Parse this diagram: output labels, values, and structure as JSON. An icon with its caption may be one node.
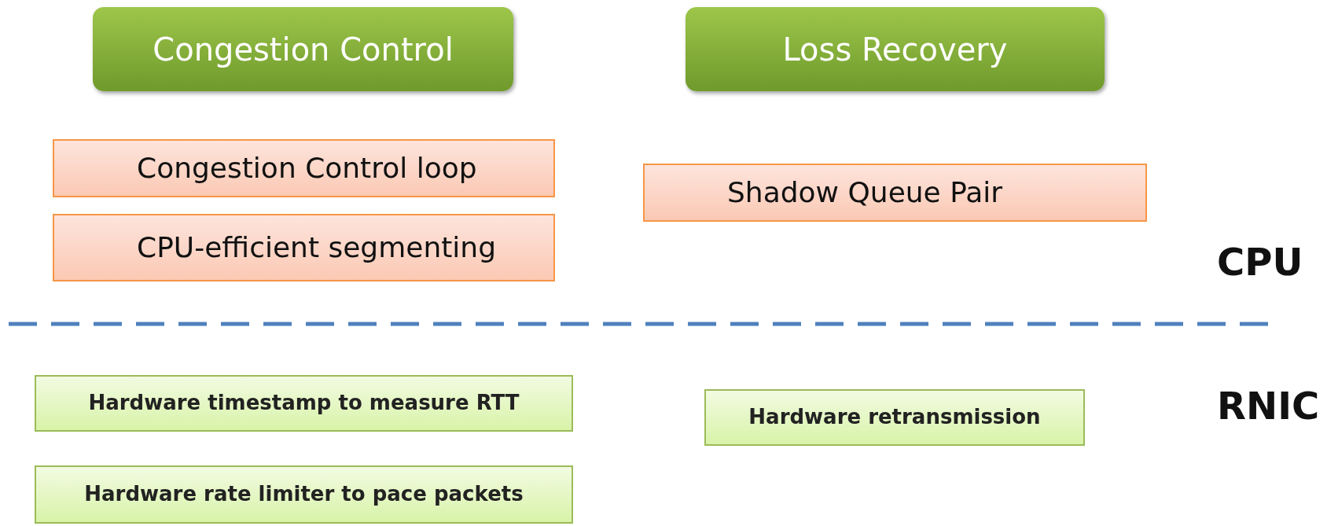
{
  "diagram": {
    "nodes": [
      {
        "text": [
          "Congestion Control"
        ]
      },
      {
        "text": [
          "Loss Recovery"
        ]
      },
      {
        "text": [
          "Congestion Control loop"
        ]
      },
      {
        "text": [
          "CPU-efficient segmenting"
        ]
      },
      {
        "text": [
          "Shadow Queue Pair"
        ]
      },
      {
        "text": [
          "Hardware timestamp to measure RTT"
        ]
      },
      {
        "text": [
          "Hardware retransmission"
        ]
      },
      {
        "text": [
          "Hardware rate limiter to pace packets"
        ]
      }
    ],
    "edges": [],
    "labels": [
      "CPU",
      "RNIC"
    ]
  }
}
